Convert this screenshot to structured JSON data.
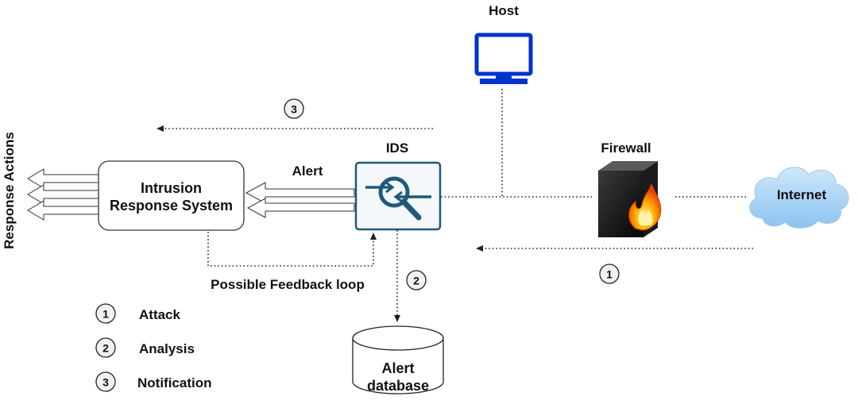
{
  "nodes": {
    "host": {
      "label": "Host"
    },
    "ids": {
      "label": "IDS"
    },
    "firewall": {
      "label": "Firewall"
    },
    "internet": {
      "label": "Internet"
    },
    "irs": {
      "line1": "Intrusion",
      "line2": "Response System"
    },
    "database": {
      "line1": "Alert",
      "line2": "database"
    }
  },
  "edges": {
    "alert_label": "Alert",
    "feedback_label": "Possible Feedback loop",
    "response_actions_label": "Response Actions"
  },
  "step_markers": {
    "attack": "1",
    "analysis": "2",
    "notification": "3"
  },
  "legend": [
    {
      "num": "1",
      "label": "Attack"
    },
    {
      "num": "2",
      "label": "Analysis"
    },
    {
      "num": "3",
      "label": "Notification"
    }
  ],
  "colors": {
    "ids_border": "#1f5a7a",
    "ids_icon": "#1f5a7a",
    "ids_fill": "#f4f8fb",
    "host_blue": "#0033cc",
    "cloud": "#a9d3f5",
    "fire": "#ff6a00"
  }
}
